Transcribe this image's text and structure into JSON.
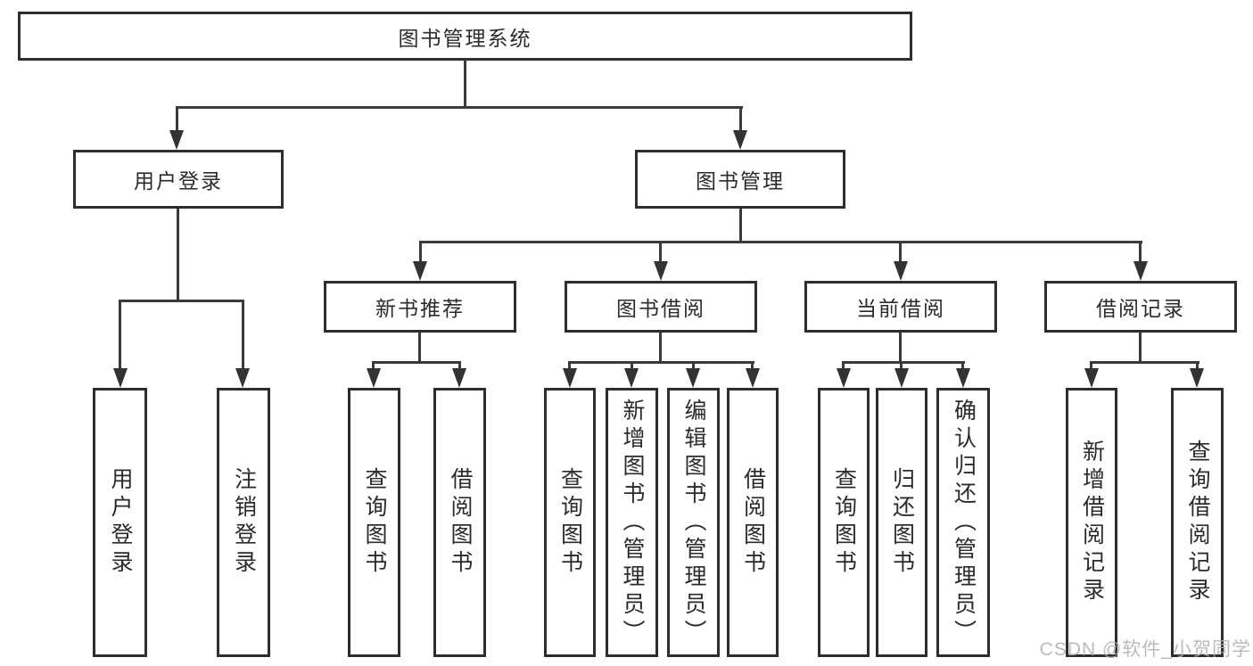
{
  "tree": {
    "root": "图书管理系统",
    "children": [
      {
        "label": "用户登录",
        "children": [
          {
            "label": "用户登录"
          },
          {
            "label": "注销登录"
          }
        ]
      },
      {
        "label": "图书管理",
        "children": [
          {
            "label": "新书推荐",
            "children": [
              {
                "label": "查询图书"
              },
              {
                "label": "借阅图书"
              }
            ]
          },
          {
            "label": "图书借阅",
            "children": [
              {
                "label": "查询图书"
              },
              {
                "label": "新增图书（管理员）"
              },
              {
                "label": "编辑图书（管理员）"
              },
              {
                "label": "借阅图书"
              }
            ]
          },
          {
            "label": "当前借阅",
            "children": [
              {
                "label": "查询图书"
              },
              {
                "label": "归还图书"
              },
              {
                "label": "确认归还（管理员）"
              }
            ]
          },
          {
            "label": "借阅记录",
            "children": [
              {
                "label": "新增借阅记录"
              },
              {
                "label": "查询借阅记录"
              }
            ]
          }
        ]
      }
    ]
  },
  "watermark": "CSDN @软件_小贺同学",
  "colors": {
    "box_border": "#2d2d2d",
    "connector": "#3a3a3a",
    "text": "#2b2b2b",
    "watermark": "#afafaf",
    "background": "#ffffff"
  }
}
